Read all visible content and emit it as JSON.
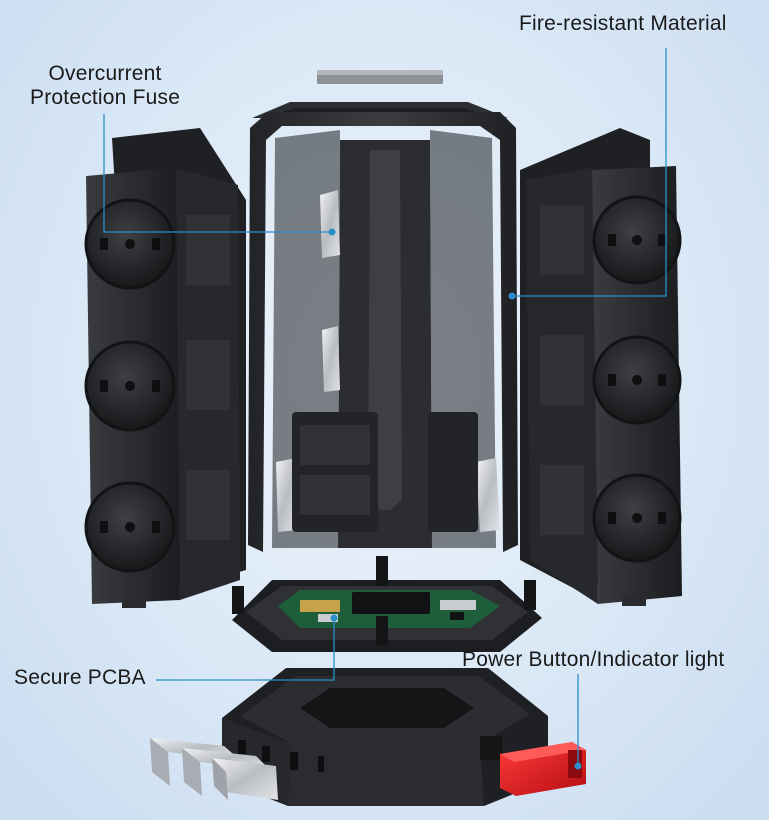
{
  "callouts": {
    "fire_resistant": "Fire-resistant Material",
    "fuse_line1": "Overcurrent",
    "fuse_line2": "Protection Fuse",
    "pcba": "Secure PCBA",
    "power": "Power Button/Indicator light"
  },
  "colors": {
    "background": "#d6e6f7",
    "housing": "#2b2d30",
    "leader_line": "#2a8fc9",
    "button": "#e0141b",
    "pcb_green": "#1f5e3a",
    "metal": "#c9ccd0"
  },
  "icons": [
    "schuko-socket-icon",
    "fuse-icon",
    "pcb-icon",
    "power-button-icon",
    "plug-contact-icon"
  ]
}
